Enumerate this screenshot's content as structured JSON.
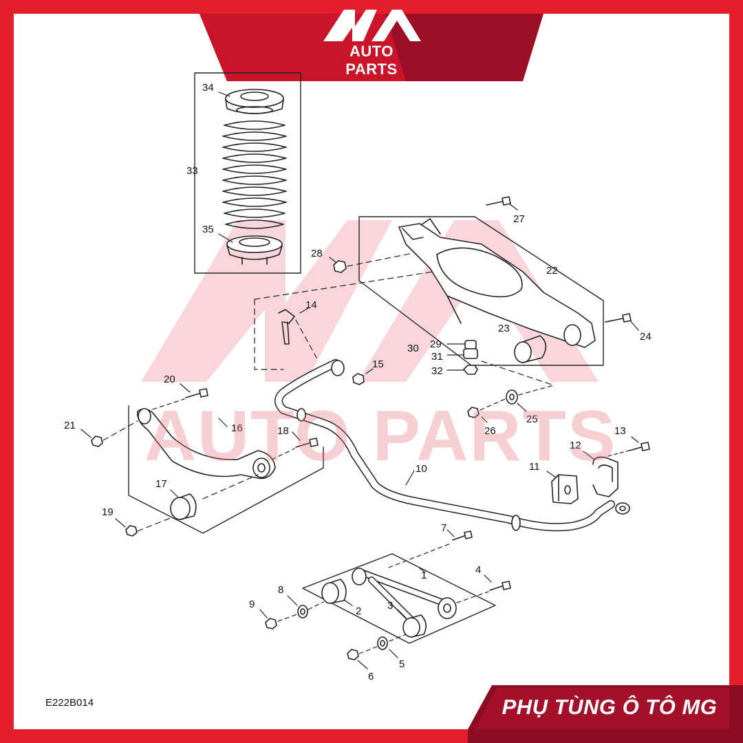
{
  "brand": {
    "name": "AUTO PARTS",
    "accent_color": "#e31e2d",
    "dark_color": "#7a0a1e"
  },
  "watermark": {
    "text": "AUTO PARTS",
    "color": "#f0a6ae"
  },
  "diagram": {
    "code": "E222B014",
    "callouts": [
      "1",
      "2",
      "3",
      "4",
      "5",
      "6",
      "7",
      "8",
      "9",
      "10",
      "11",
      "12",
      "13",
      "14",
      "15",
      "16",
      "17",
      "19",
      "20",
      "21",
      "22",
      "23",
      "24",
      "25",
      "26",
      "27",
      "28",
      "29",
      "30",
      "31",
      "32",
      "33",
      "34",
      "35",
      "18"
    ]
  },
  "footer": {
    "banner": "PHỤ TÙNG Ô TÔ MG"
  }
}
